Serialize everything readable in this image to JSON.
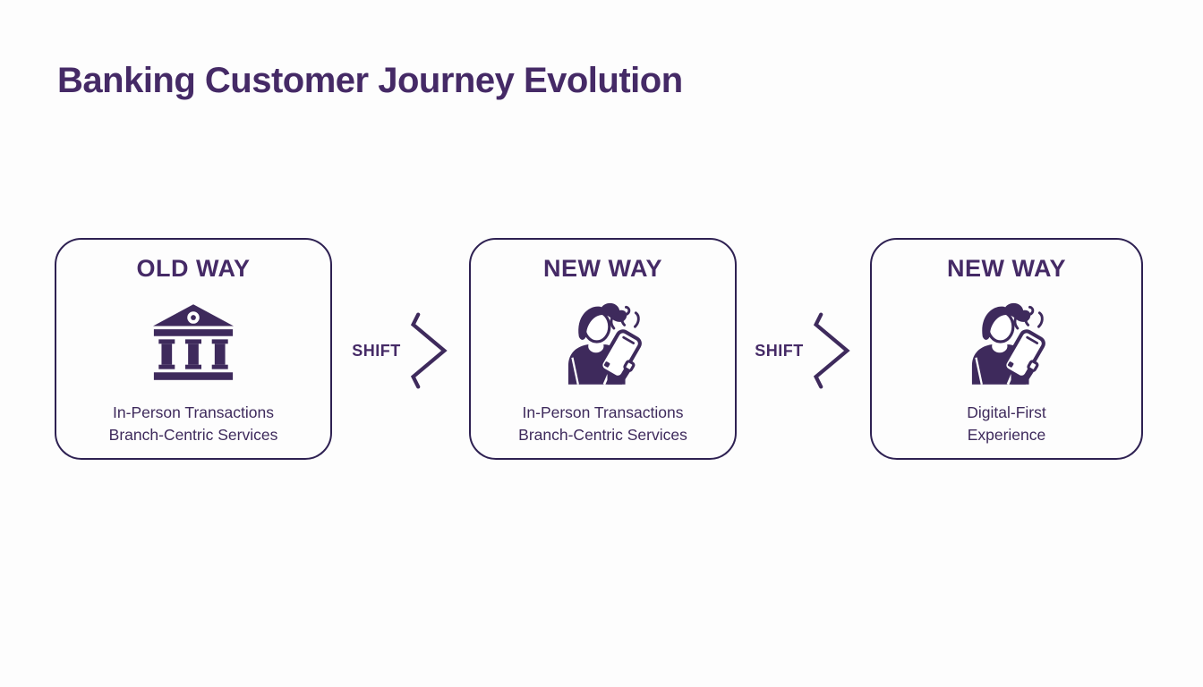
{
  "page": {
    "title": "Banking Customer Journey Evolution"
  },
  "colors": {
    "title": "#452a66",
    "primary": "#3e2a5c",
    "border": "#2e2152",
    "background": "#fdfdfd"
  },
  "diagram": {
    "stages": [
      {
        "label": "OLD WAY",
        "icon": "bank-icon",
        "lines": [
          "In-Person Transactions",
          "Branch-Centric Services"
        ]
      },
      {
        "label": "NEW WAY",
        "icon": "person-phone-icon",
        "lines": [
          "In-Person Transactions",
          "Branch-Centric Services"
        ]
      },
      {
        "label": "NEW WAY",
        "icon": "person-phone-icon",
        "lines": [
          "Digital-First",
          "Experience"
        ]
      }
    ],
    "connectors": [
      {
        "label": "SHIFT",
        "icon": "chevron-right-icon"
      },
      {
        "label": "SHIFT",
        "icon": "chevron-right-icon"
      }
    ]
  }
}
